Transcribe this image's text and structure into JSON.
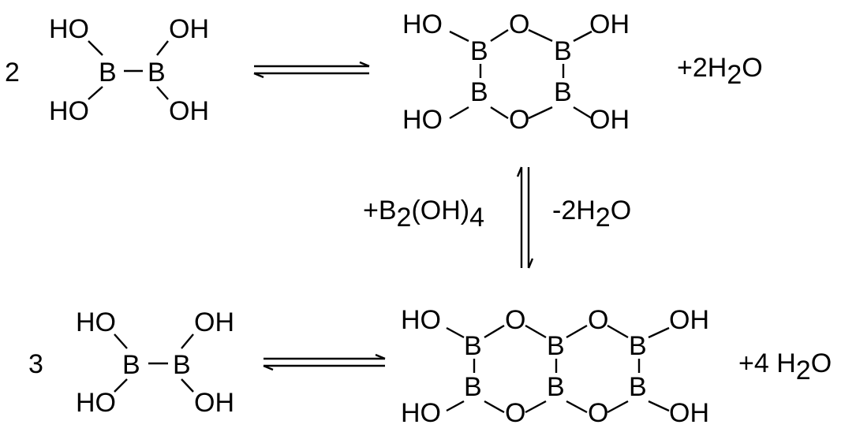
{
  "reaction1": {
    "coefficient": "2",
    "reactant": {
      "atoms": {
        "ho_tl": "HO",
        "oh_tr": "OH",
        "ho_bl": "HO",
        "oh_br": "OH",
        "b1": "B",
        "b2": "B"
      }
    },
    "product": {
      "atoms": {
        "ho_tl": "HO",
        "o_top": "O",
        "oh_tr": "OH",
        "b_tl": "B",
        "b_tr": "B",
        "b_bl": "B",
        "b_br": "B",
        "ho_bl": "HO",
        "o_bot": "O",
        "oh_br": "OH"
      }
    },
    "byproduct": {
      "prefix": "+2H",
      "sub": "2",
      "suffix": "O"
    }
  },
  "middle": {
    "left_label": {
      "prefix": "+B",
      "sub1": "2",
      "mid": "(OH)",
      "sub2": "4"
    },
    "right_label": {
      "prefix": "-2H",
      "sub": "2",
      "suffix": "O"
    }
  },
  "reaction2": {
    "coefficient": "3",
    "reactant": {
      "atoms": {
        "ho_tl": "HO",
        "oh_tr": "OH",
        "ho_bl": "HO",
        "oh_br": "OH",
        "b1": "B",
        "b2": "B"
      }
    },
    "product": {
      "atoms": {
        "ho_tl": "HO",
        "o_t1": "O",
        "o_t2": "O",
        "oh_tr": "OH",
        "b1": "B",
        "b2": "B",
        "b3": "B",
        "b4": "B",
        "b5": "B",
        "b6": "B",
        "ho_bl": "HO",
        "o_b1": "O",
        "o_b2": "O",
        "oh_br": "OH"
      }
    },
    "byproduct": {
      "prefix": "+4 H",
      "sub": "2",
      "suffix": "O"
    }
  }
}
